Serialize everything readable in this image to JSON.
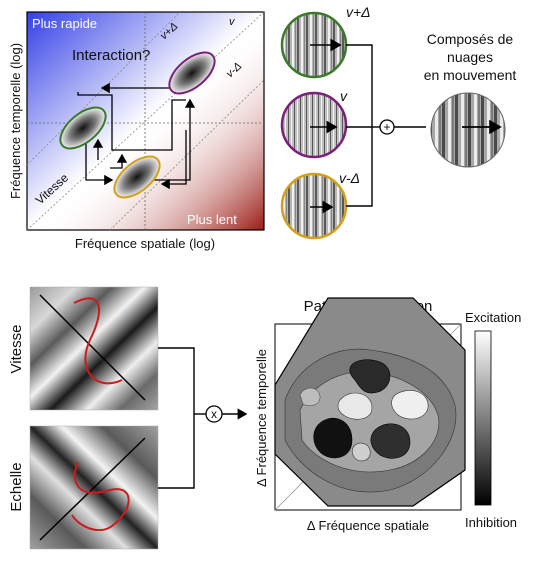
{
  "panel_a": {
    "corner_fast": "Plus rapide",
    "corner_slow": "Plus lent",
    "question": "Interaction?",
    "speed_label": "Vitesse",
    "diag_v_plus": "v+Δ",
    "diag_v": "v",
    "diag_v_minus": "v-Δ",
    "y_axis": "Fréquence temporelle (log)",
    "x_axis": "Fréquence spatiale (log)",
    "colors": {
      "fast": "#3340e6",
      "slow": "#9a1a12",
      "green": "#3a7a2a",
      "purple": "#7b1f7b",
      "gold": "#d2a019"
    }
  },
  "panel_b": {
    "label_v_plus": "v+Δ",
    "label_v": "v",
    "label_v_minus": "v-Δ",
    "sum_symbol": "+",
    "result_line1": "Composés de",
    "result_line2": "nuages",
    "result_line3": "en mouvement"
  },
  "panel_c": {
    "label_speed": "Vitesse",
    "label_scale": "Echelle",
    "mult_symbol": "x"
  },
  "panel_d": {
    "title": "Patron d'interaction",
    "y_axis": "Δ Fréquence temporelle",
    "x_axis": "Δ Fréquence spatiale",
    "cbar_top": "Excitation",
    "cbar_bottom": "Inhibition"
  }
}
